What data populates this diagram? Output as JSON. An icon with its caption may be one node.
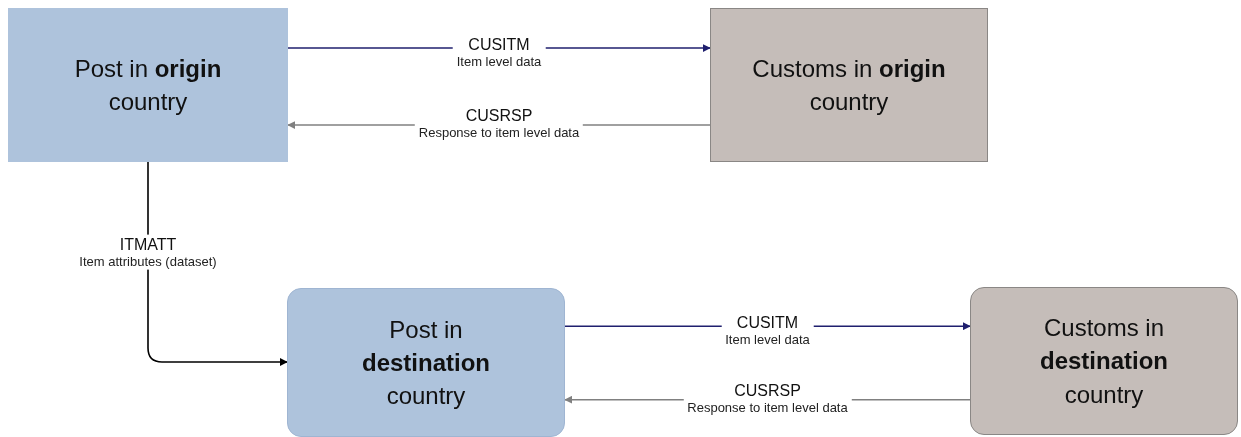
{
  "diagram": {
    "nodes": [
      {
        "text": [
          "Post in **origin** country"
        ]
      },
      {
        "text": [
          "Customs in **origin** country"
        ]
      },
      {
        "text": [
          "Post in **destination** country"
        ]
      },
      {
        "text": [
          "Customs in **destination** country"
        ]
      }
    ],
    "edges": [
      {
        "from": 0,
        "to": 1,
        "arrow": "to",
        "label": [
          "CUSITM",
          "Item level data"
        ],
        "color": "#1f1f6e"
      },
      {
        "from": 1,
        "to": 0,
        "arrow": "to",
        "label": [
          "CUSRSP",
          "Response to item level data"
        ],
        "color": "#808080"
      },
      {
        "from": 0,
        "to": 2,
        "arrow": "to",
        "label": [
          "ITMATT",
          "Item attributes (dataset)"
        ],
        "color": "#000000"
      },
      {
        "from": 2,
        "to": 3,
        "arrow": "to",
        "label": [
          "CUSITM",
          "Item level data"
        ],
        "color": "#1f1f6e"
      },
      {
        "from": 3,
        "to": 2,
        "arrow": "to",
        "label": [
          "CUSRSP",
          "Response to item level data"
        ],
        "color": "#808080"
      }
    ]
  }
}
